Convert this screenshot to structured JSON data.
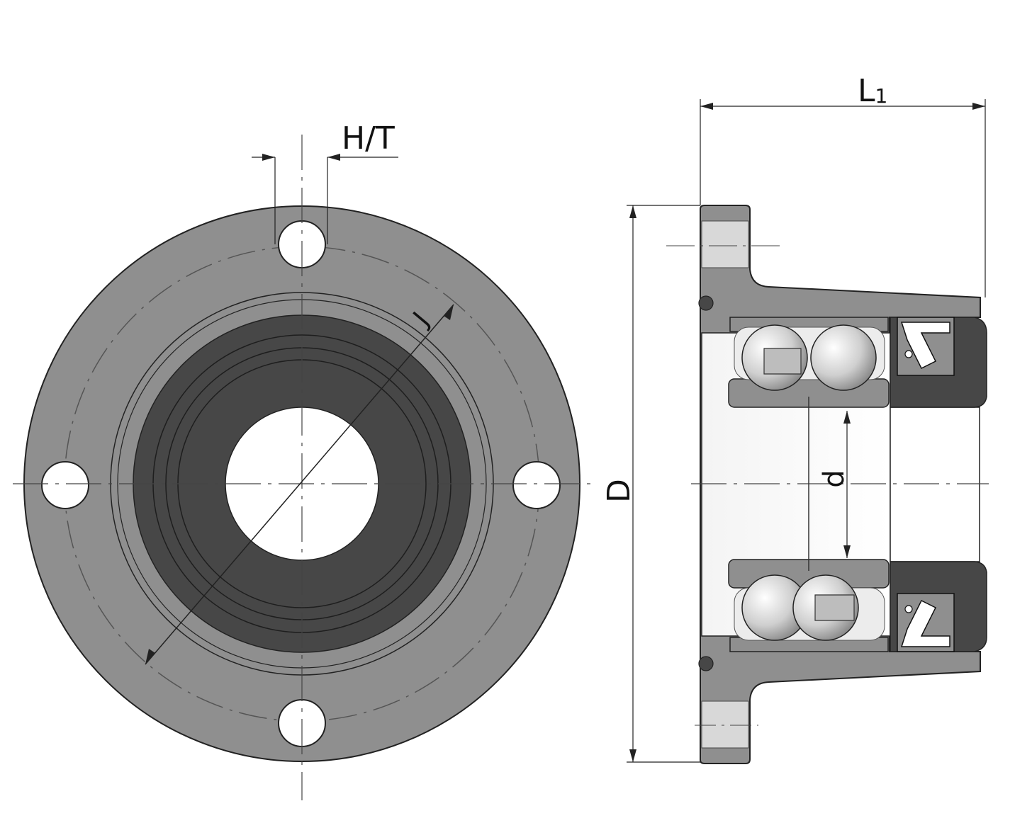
{
  "labels": {
    "ht": "H/T",
    "j": "J",
    "l1_main": "L",
    "l1_sub": "1",
    "d_outer": "D",
    "d_bore": "d"
  },
  "colors": {
    "housing": "#8f8f8f",
    "housing_dark": "#787878",
    "insert": "#474747",
    "insert_ring": "#2a2a2a",
    "bore": "#ffffff",
    "line": "#222222",
    "ball": "#d9d9d9"
  },
  "icons": {
    "mount_hole": "circle",
    "ball": "sphere",
    "seal": "lip-seal"
  }
}
